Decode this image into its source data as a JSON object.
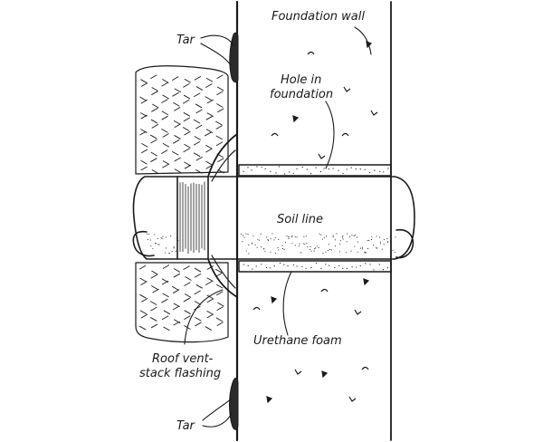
{
  "diagram": {
    "labels": {
      "tar_top": "Tar",
      "foundation_wall": "Foundation wall",
      "hole_line1": "Hole in",
      "hole_line2": "foundation",
      "soil_line": "Soil line",
      "urethane_foam": "Urethane foam",
      "flashing_line1": "Roof vent-",
      "flashing_line2": "stack flashing",
      "tar_bottom": "Tar"
    },
    "colors": {
      "ink": "#1a1a1a",
      "paper": "#ffffff",
      "tar": "#2a2a2a"
    }
  }
}
